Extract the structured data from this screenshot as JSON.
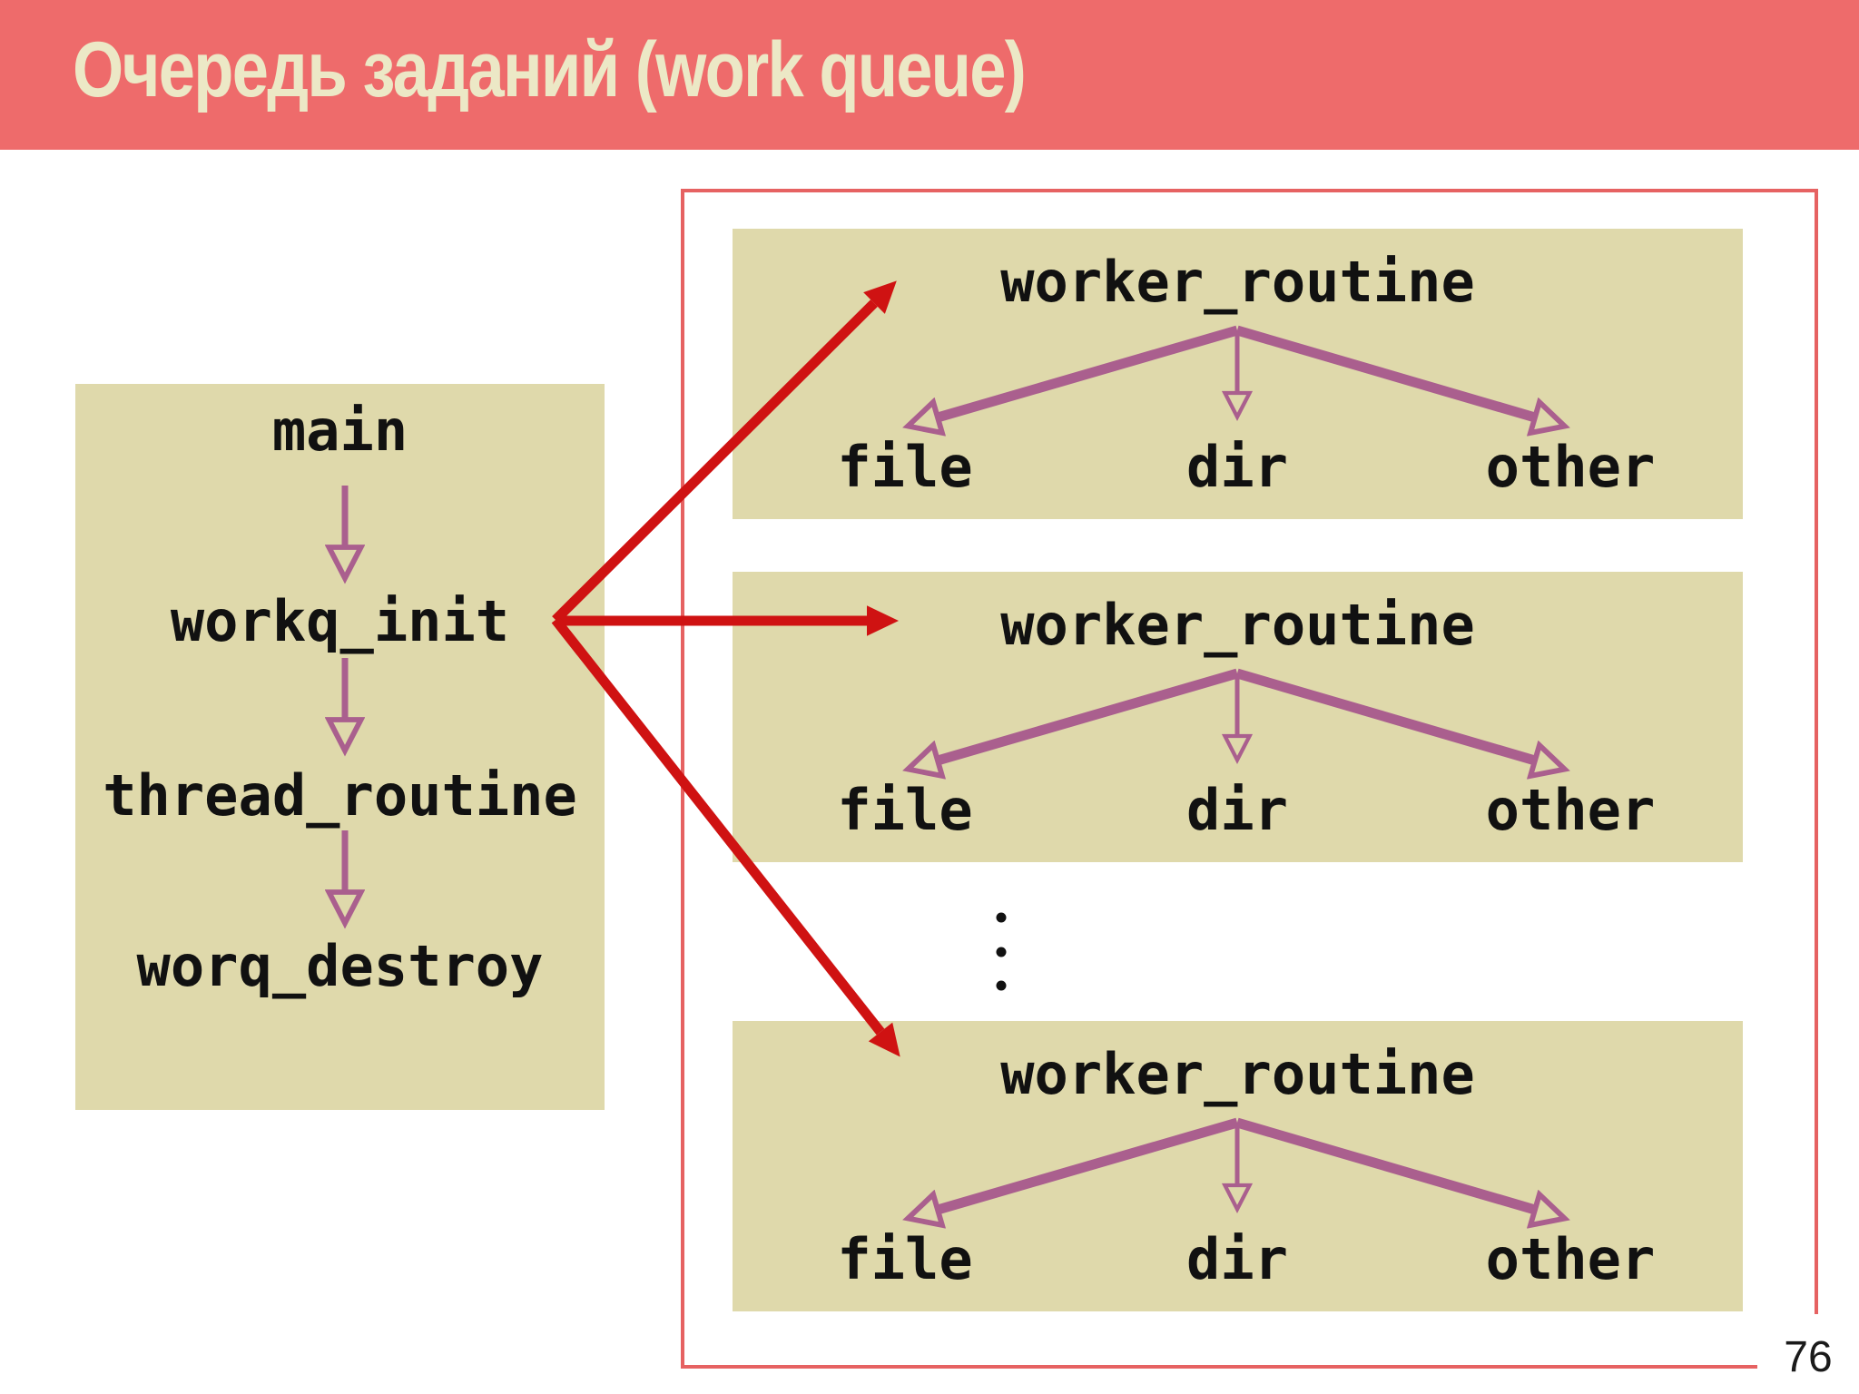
{
  "header": {
    "title": "Очередь заданий (work queue)"
  },
  "main_flow": {
    "nodes": [
      "main",
      "workq_init",
      "thread_routine",
      "worq_destroy"
    ]
  },
  "workers_panel": {
    "workers": [
      {
        "title": "worker_routine",
        "children": [
          "file",
          "dir",
          "other"
        ]
      },
      {
        "title": "worker_routine",
        "children": [
          "file",
          "dir",
          "other"
        ]
      },
      {
        "title": "worker_routine",
        "children": [
          "file",
          "dir",
          "other"
        ]
      }
    ],
    "ellipsis_dots": 3
  },
  "page_number": "76",
  "colors": {
    "header_bg": "#ee6b6b",
    "header_text": "#ece8c6",
    "panel_border": "#e66262",
    "box_bg": "#dfd9ab",
    "flow_arrow_purple": "#aa5f8e",
    "dispatch_arrow_red": "#cf1212",
    "text": "#111111"
  }
}
